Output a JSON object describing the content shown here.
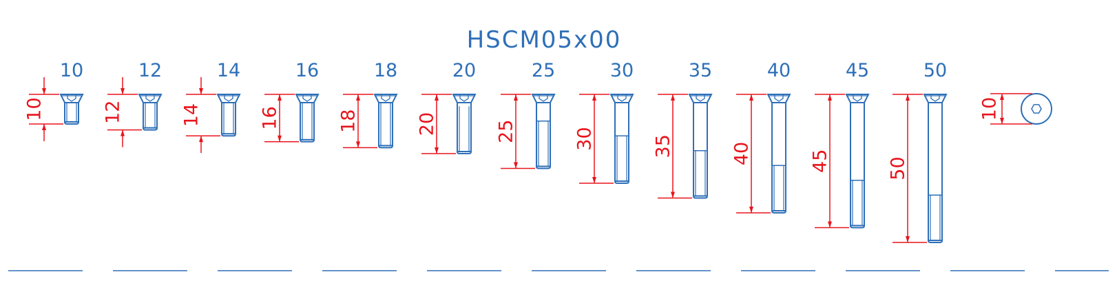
{
  "title": "HSCM05x00",
  "colors": {
    "drawing": "#2e6fb8",
    "dimension": "#e8141c",
    "background": "#ffffff"
  },
  "screws": [
    {
      "label": "10",
      "length": 10,
      "dimension": "10"
    },
    {
      "label": "12",
      "length": 12,
      "dimension": "12"
    },
    {
      "label": "14",
      "length": 14,
      "dimension": "14"
    },
    {
      "label": "16",
      "length": 16,
      "dimension": "16"
    },
    {
      "label": "18",
      "length": 18,
      "dimension": "18"
    },
    {
      "label": "20",
      "length": 20,
      "dimension": "20"
    },
    {
      "label": "25",
      "length": 25,
      "dimension": "25"
    },
    {
      "label": "30",
      "length": 30,
      "dimension": "30"
    },
    {
      "label": "35",
      "length": 35,
      "dimension": "35"
    },
    {
      "label": "40",
      "length": 40,
      "dimension": "40"
    },
    {
      "label": "45",
      "length": 45,
      "dimension": "45"
    },
    {
      "label": "50",
      "length": 50,
      "dimension": "50"
    }
  ],
  "end_view": {
    "dimension": "10",
    "icon": "hex-socket-top-view-icon"
  },
  "blank_fields": 11
}
